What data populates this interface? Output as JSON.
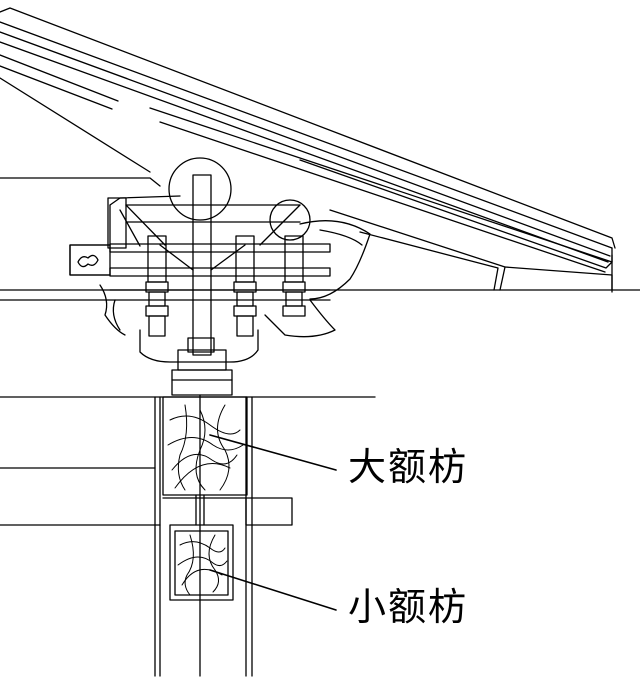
{
  "diagram": {
    "colors": {
      "stroke": "#000000",
      "background": "#ffffff"
    },
    "labels": [
      {
        "id": "da-e-fang",
        "text": "大额枋"
      },
      {
        "id": "xiao-e-fang",
        "text": "小额枋"
      }
    ]
  }
}
